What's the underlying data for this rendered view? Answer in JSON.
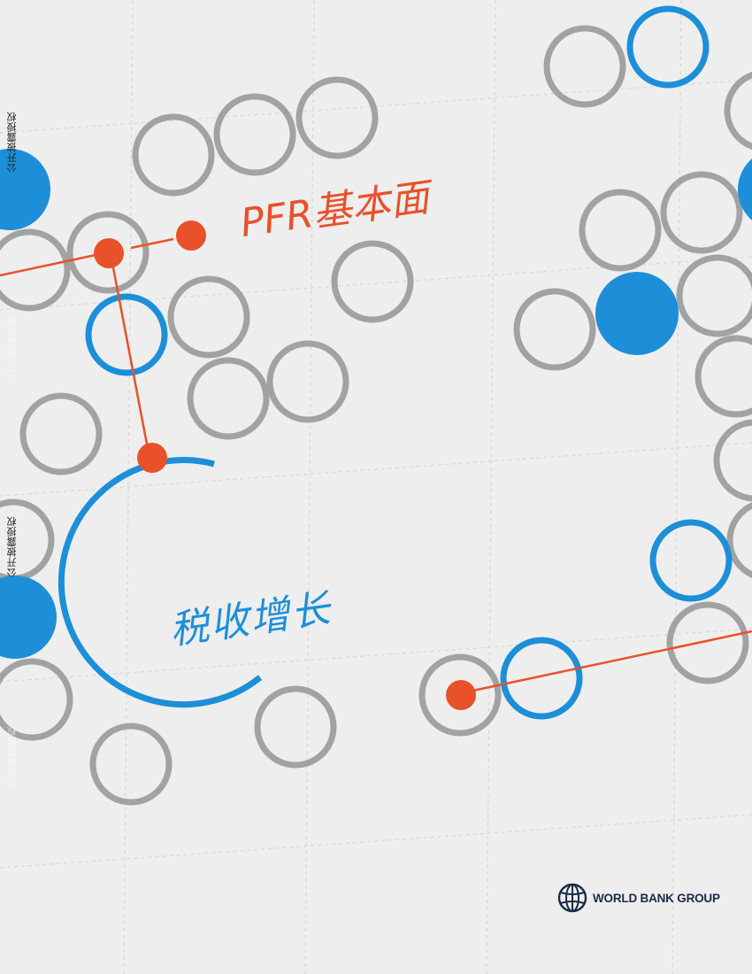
{
  "side_labels": {
    "top": "公开披露授权",
    "middle": "公开披露授权",
    "middle_faint": "公开披露授权",
    "bottom_faint": "公开披露授权"
  },
  "title": {
    "main": "PFR基本面",
    "sub": "税收增长"
  },
  "logo": {
    "text": "WORLD BANK GROUP",
    "icon": "globe-icon"
  },
  "colors": {
    "background": "#eeeeee",
    "gray_ring": "#a2a2a2",
    "blue": "#1c8fd8",
    "orange": "#e8512a",
    "logo": "#1b2a4a"
  }
}
